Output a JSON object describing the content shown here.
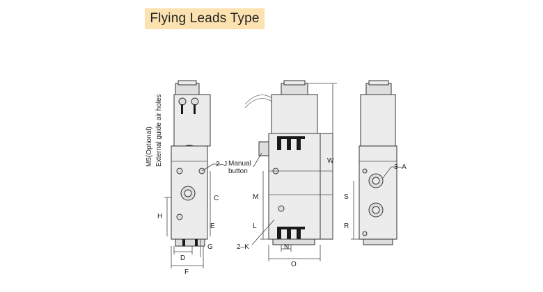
{
  "title": "Flying Leads Type",
  "labels": {
    "m5_optional": "M5(Optional)",
    "external_guide": "External guide air holes",
    "j": "2–J",
    "manual": "Manual",
    "button": "button",
    "c": "C",
    "h": "H",
    "e": "E",
    "d": "D",
    "g": "G",
    "f": "F",
    "w": "W",
    "m": "M",
    "l": "L",
    "k": "2–K",
    "n": "N",
    "o": "O",
    "a": "3–A",
    "s": "S",
    "r": "R"
  }
}
